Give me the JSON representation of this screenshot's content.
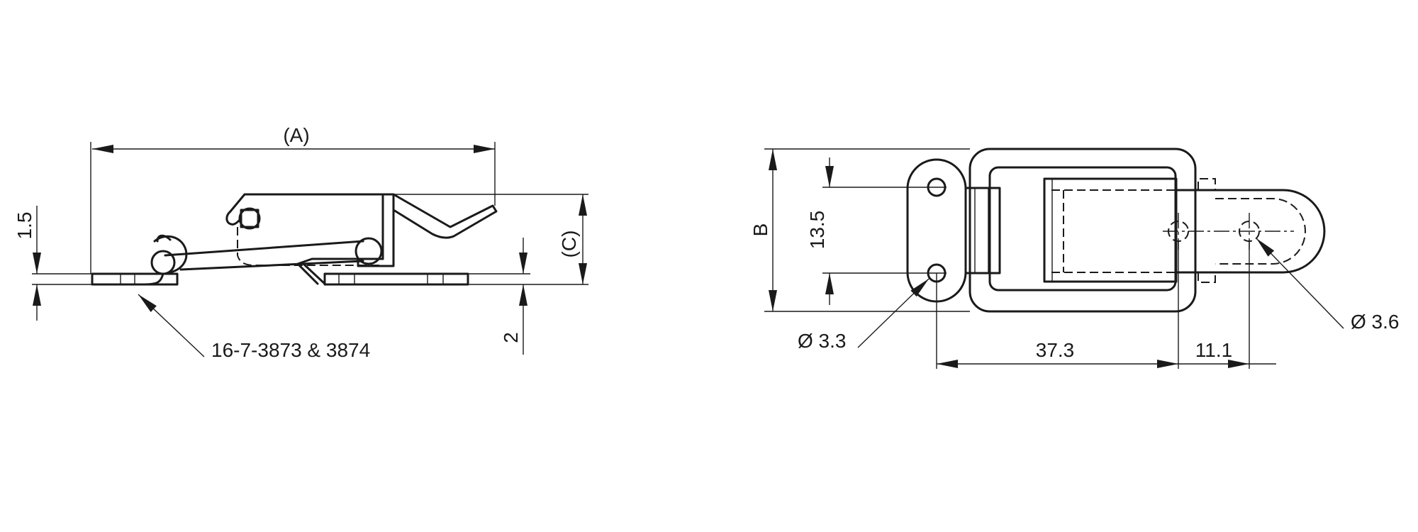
{
  "side_view": {
    "dim_overall_length": "(A)",
    "dim_height": "(C)",
    "dim_left_thickness": "1.5",
    "dim_right_thickness": "2",
    "part_callout": "16-7-3873 & 3874"
  },
  "top_view": {
    "dim_overall_width": "B",
    "dim_hole_spacing": "13.5",
    "dim_hole_dia_left": "Ø 3.3",
    "dim_hole_dia_right": "Ø 3.6",
    "dim_hole_to_hole": "37.3",
    "dim_right_offset": "11.1"
  }
}
